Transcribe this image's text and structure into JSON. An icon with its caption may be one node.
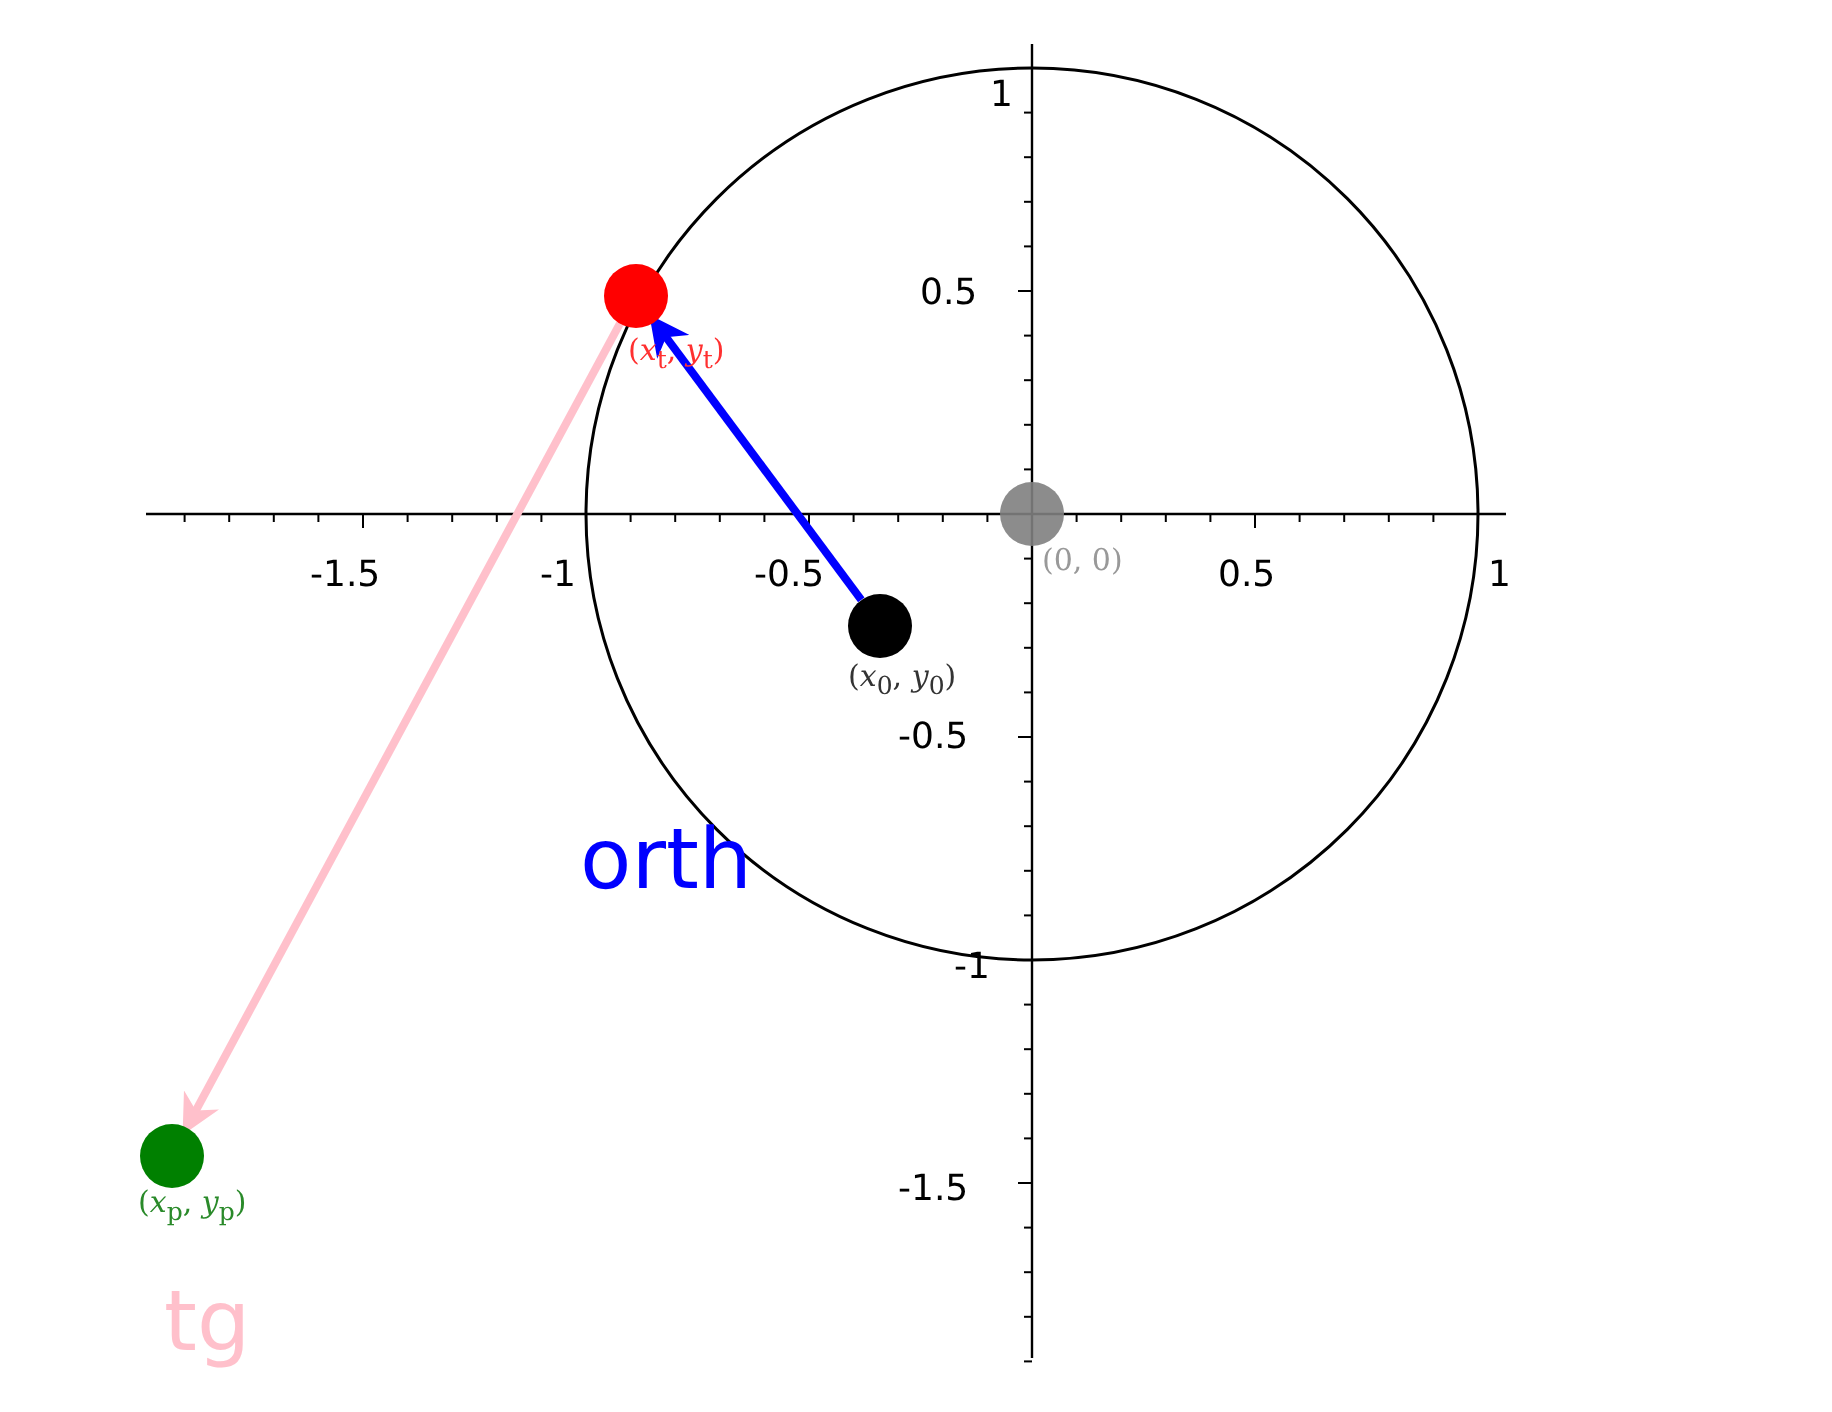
{
  "diagram": {
    "nodes": [
      {
        "text": [],
        "shape": "circle",
        "beside": [
          "(*x*$_{t}$, *y*$_{t}$)"
        ]
      },
      {
        "text": [],
        "shape": "circle",
        "beside": [
          "(0, 0)"
        ]
      },
      {
        "text": [],
        "shape": "circle",
        "beside": [
          "(*x*$_{0}$, *y*$_{0}$)"
        ]
      },
      {
        "text": [],
        "shape": "circle",
        "beside": [
          "(*x*$_{p}$, *y*$_{p}$)"
        ]
      }
    ],
    "edges": [
      {
        "from": 2,
        "to": 0,
        "arrow": "to",
        "color": "#0000ff"
      },
      {
        "from": 0,
        "to": 3,
        "arrow": "to",
        "color": "#ffc0cb"
      }
    ],
    "labels": [
      "1",
      "0.5",
      "-1.5",
      "-1",
      "-0.5",
      "0.5",
      "1",
      "-0.5",
      "orth",
      "-1",
      "-1.5",
      "tg"
    ]
  }
}
